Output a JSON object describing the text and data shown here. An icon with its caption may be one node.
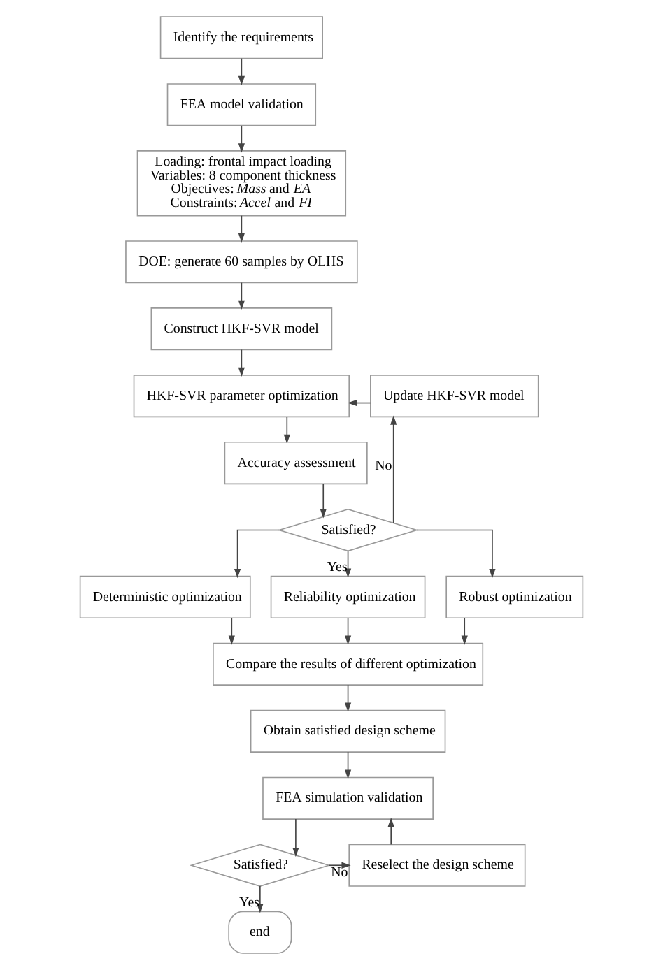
{
  "diagram": {
    "nodes": [
      {
        "text": [
          "Identify the requirements"
        ]
      },
      {
        "text": [
          "FEA model validation"
        ]
      },
      {
        "text": [
          "Loading: frontal impact loading",
          "Variables: 8 component thickness",
          "Objectives: *Mass* and *EA*",
          "Constraints: *Accel* and *FI*"
        ]
      },
      {
        "text": [
          "DOE: generate 60 samples by OLHS"
        ]
      },
      {
        "text": [
          "Construct HKF-SVR model"
        ]
      },
      {
        "text": [
          "HKF-SVR parameter optimization"
        ]
      },
      {
        "text": [
          "Accuracy assessment"
        ]
      },
      {
        "text": [
          "Update HKF-SVR model"
        ]
      },
      {
        "text": [
          "Satisfied?"
        ]
      },
      {
        "text": [
          "Deterministic optimization"
        ]
      },
      {
        "text": [
          "Reliability optimization"
        ]
      },
      {
        "text": [
          "Robust optimization"
        ]
      },
      {
        "text": [
          "Compare the results of different optimization"
        ]
      },
      {
        "text": [
          "Obtain satisfied design scheme"
        ]
      },
      {
        "text": [
          "FEA simulation validation"
        ]
      },
      {
        "text": [
          "Satisfied?"
        ]
      },
      {
        "text": [
          "Reselect the design scheme"
        ]
      },
      {
        "text": [
          "end"
        ]
      }
    ],
    "edges": [
      {
        "from": 0,
        "to": 1,
        "arrow": "to"
      },
      {
        "from": 1,
        "to": 2,
        "arrow": "to"
      },
      {
        "from": 2,
        "to": 3,
        "arrow": "to"
      },
      {
        "from": 3,
        "to": 4,
        "arrow": "to"
      },
      {
        "from": 4,
        "to": 5,
        "arrow": "to"
      },
      {
        "from": 5,
        "to": 6,
        "arrow": "to"
      },
      {
        "from": 6,
        "to": 8,
        "arrow": "to"
      },
      {
        "from": 8,
        "to": 7,
        "arrow": "to",
        "label": "No"
      },
      {
        "from": 7,
        "to": 5,
        "arrow": "to"
      },
      {
        "from": 8,
        "to": 9,
        "arrow": "to"
      },
      {
        "from": 8,
        "to": 10,
        "arrow": "to",
        "label": "Yes"
      },
      {
        "from": 8,
        "to": 11,
        "arrow": "to"
      },
      {
        "from": 9,
        "to": 12,
        "arrow": "to"
      },
      {
        "from": 10,
        "to": 12,
        "arrow": "to"
      },
      {
        "from": 11,
        "to": 12,
        "arrow": "to"
      },
      {
        "from": 12,
        "to": 13,
        "arrow": "to"
      },
      {
        "from": 13,
        "to": 14,
        "arrow": "to"
      },
      {
        "from": 14,
        "to": 15,
        "arrow": "to"
      },
      {
        "from": 15,
        "to": 16,
        "arrow": "to",
        "label": "No"
      },
      {
        "from": 16,
        "to": 14,
        "arrow": "to"
      },
      {
        "from": 15,
        "to": 17,
        "arrow": "to",
        "label": "Yes"
      }
    ]
  }
}
